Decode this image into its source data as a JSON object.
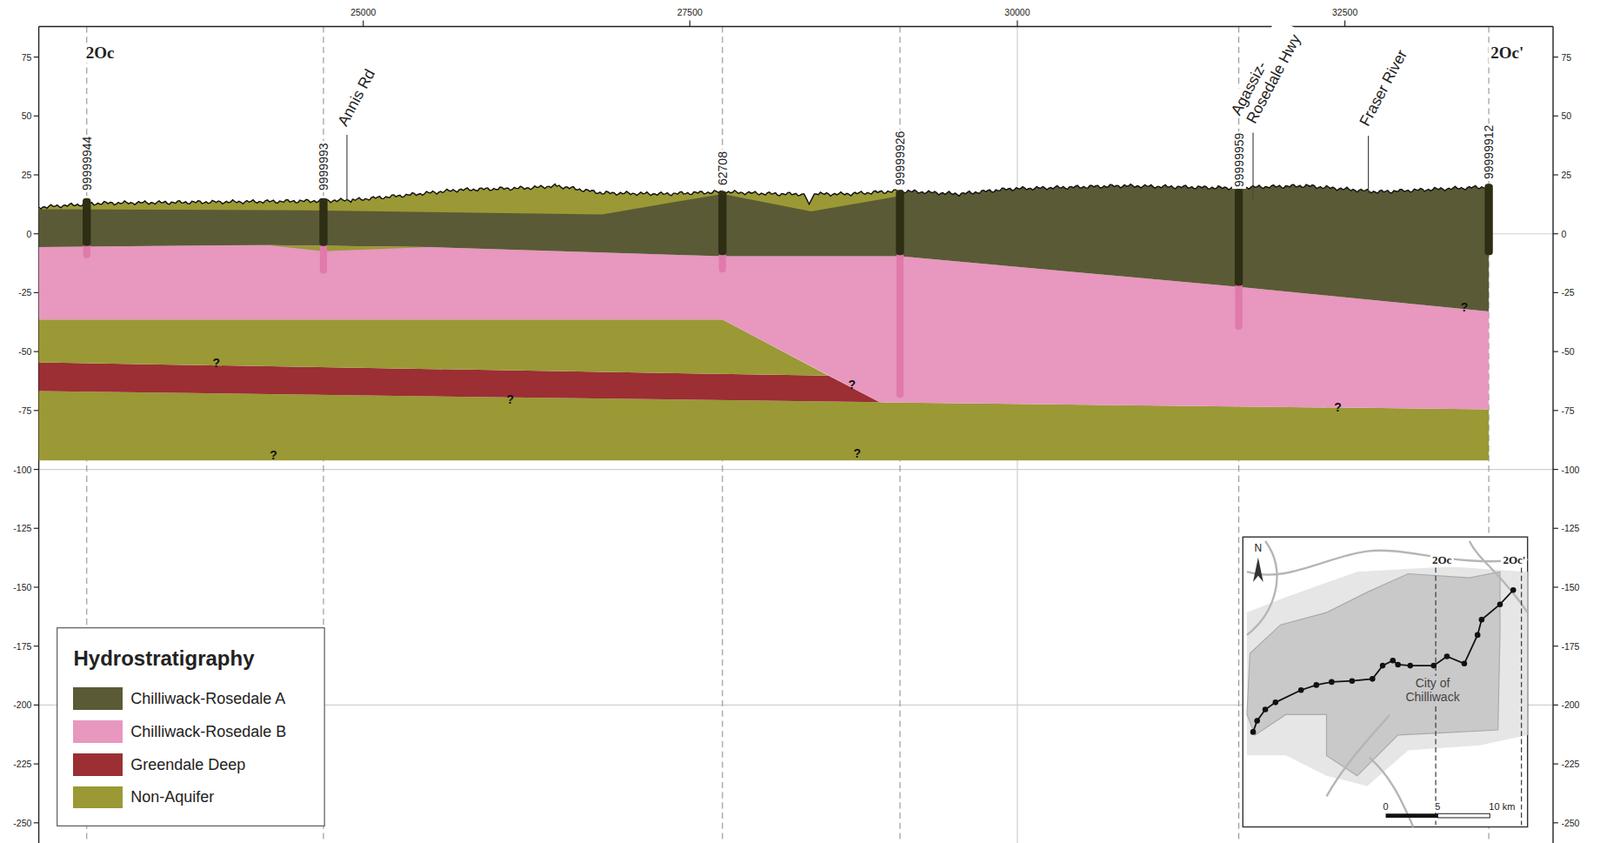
{
  "diagram": {
    "labels": [
      "2Oc",
      "2Oc'",
      "25000",
      "27500",
      "30000",
      "32500",
      "75",
      "50",
      "25",
      "0",
      "-25",
      "-50",
      "-75",
      "-100",
      "-125",
      "-150",
      "-175",
      "-200",
      "-225",
      "-250",
      "75",
      "50",
      "25",
      "0",
      "-25",
      "-50",
      "-75",
      "-100",
      "-125",
      "-150",
      "-175",
      "-200",
      "-225",
      "-250",
      "99999944",
      "9999993",
      "62708",
      "99999926",
      "99999959",
      "99999912",
      "Annis Rd",
      "Agassiz- Rosedale Hwy",
      "Fraser River",
      "?",
      "?",
      "?",
      "?",
      "?",
      "?",
      "?",
      "Hydrostratigraphy",
      "N",
      "2Oc",
      "2Oc'",
      "City of Chilliwack",
      "0",
      "5",
      "10 km"
    ],
    "legend": [
      {
        "text": "Chilliwack-Rosedale A",
        "color": "#5b5a36"
      },
      {
        "text": "Chilliwack-Rosedale B",
        "color": "#e897bf"
      },
      {
        "text": "Greendale Deep",
        "color": "#9b2f33"
      },
      {
        "text": "Non-Aquifer",
        "color": "#9a9935"
      }
    ]
  }
}
